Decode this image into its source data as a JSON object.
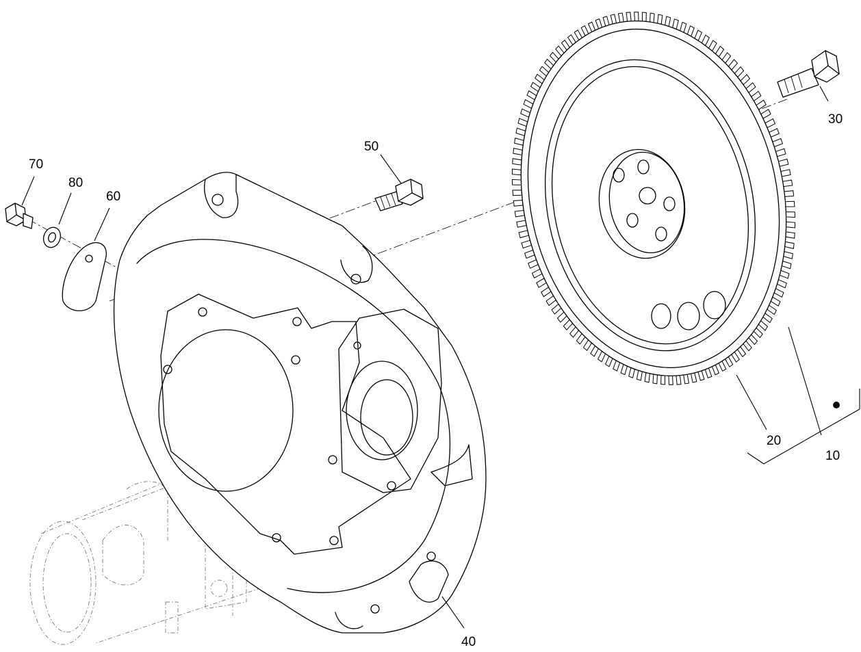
{
  "diagram": {
    "callouts": {
      "c10": "10",
      "c20": "20",
      "c30": "30",
      "c40": "40",
      "c50": "50",
      "c60": "60",
      "c70": "70",
      "c80": "80"
    }
  }
}
